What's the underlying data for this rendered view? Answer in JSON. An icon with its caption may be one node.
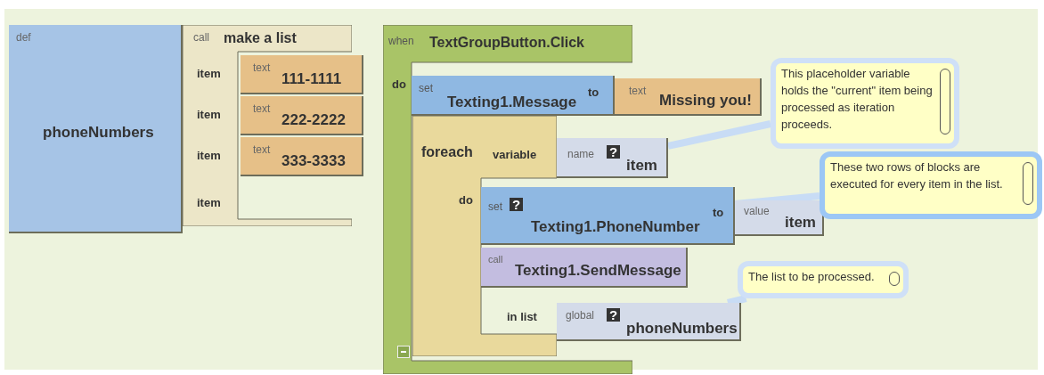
{
  "diagram": {
    "nodes": [
      {
        "text": [
          "def",
          "phoneNumbers"
        ]
      },
      {
        "text": [
          "call",
          "make a list",
          "item",
          "item",
          "item",
          "item"
        ]
      },
      {
        "text": [
          "text",
          "111-1111"
        ]
      },
      {
        "text": [
          "text",
          "222-2222"
        ]
      },
      {
        "text": [
          "text",
          "333-3333"
        ]
      },
      {
        "text": [
          "when",
          "TextGroupButton.Click",
          "do"
        ]
      },
      {
        "text": [
          "set",
          "Texting1.Message",
          "to"
        ]
      },
      {
        "text": [
          "text",
          "Missing you!"
        ]
      },
      {
        "text": [
          "foreach",
          "variable",
          "do",
          "in list"
        ],
        "in": 5
      },
      {
        "text": [
          "name",
          "?",
          "item"
        ]
      },
      {
        "text": [
          "set",
          "?",
          "Texting1.PhoneNumber",
          "to"
        ]
      },
      {
        "text": [
          "value",
          "item"
        ]
      },
      {
        "text": [
          "call",
          "Texting1.SendMessage"
        ]
      },
      {
        "text": [
          "global",
          "?",
          "phoneNumbers"
        ]
      },
      {
        "text": [
          "This placeholder variable holds the \"current\" item being processed as iteration proceeds."
        ]
      },
      {
        "text": [
          "These two rows of blocks are executed for every item in the list."
        ]
      },
      {
        "text": [
          "The list to be processed."
        ]
      }
    ],
    "edges": [
      {
        "from": 14,
        "to": 9,
        "arrow": "none"
      },
      {
        "from": 15,
        "to": 10,
        "arrow": "none"
      },
      {
        "from": 16,
        "to": 13,
        "arrow": "none"
      }
    ]
  }
}
